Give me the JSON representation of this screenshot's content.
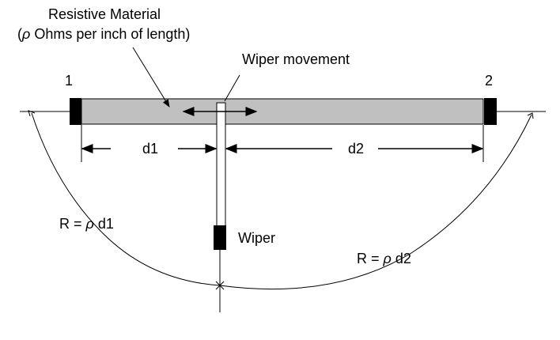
{
  "labels": {
    "resistive_line1": "Resistive Material",
    "resistive_line2_rho": "ρ",
    "resistive_line2_rest": " Ohms per inch of length)",
    "resistive_line2_open": "(",
    "wiper_movement": "Wiper movement",
    "terminal_1": "1",
    "terminal_2": "2",
    "d1": "d1",
    "d2": "d2",
    "wiper": "Wiper",
    "r1_prefix": "R = ",
    "r1_rho": "ρ",
    "r1_suffix": " d1",
    "r2_prefix": "R = ",
    "r2_rho": "ρ",
    "r2_suffix": " d2"
  },
  "colors": {
    "resistive_bar": "#c0c0c0",
    "terminal_block": "#000000",
    "wiper_block": "#000000",
    "line": "#000000"
  }
}
